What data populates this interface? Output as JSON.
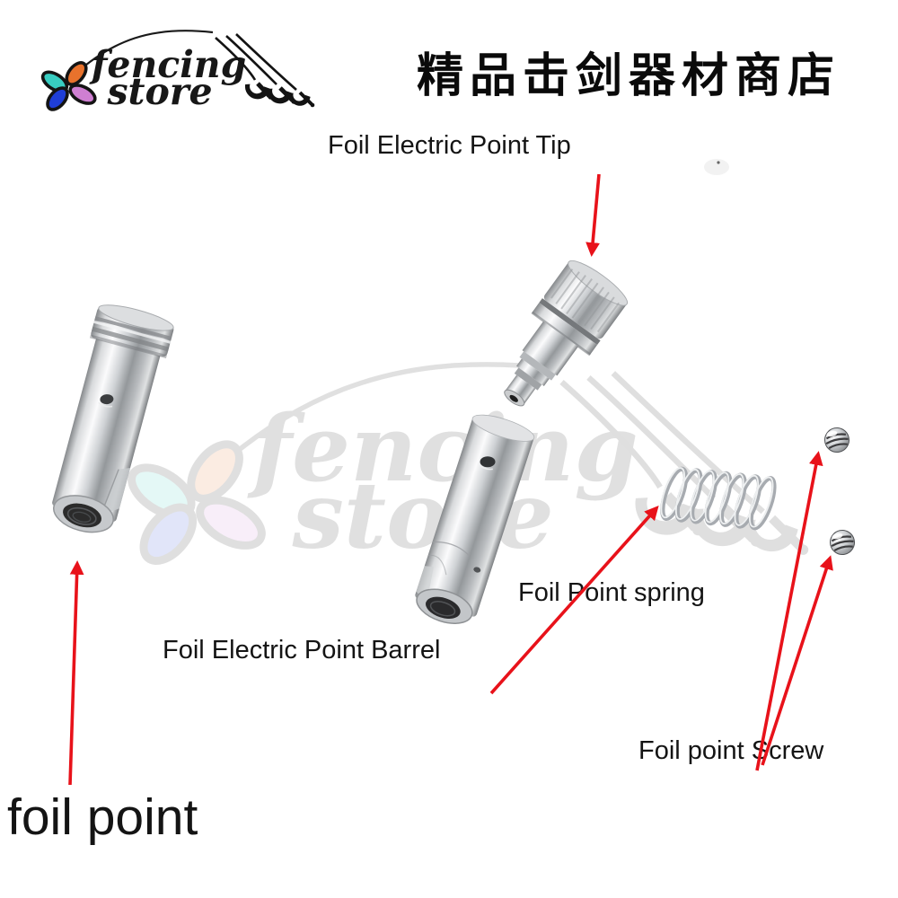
{
  "page": {
    "background": "#ffffff",
    "text_color": "#141414"
  },
  "logo": {
    "word1": "fencing",
    "word2": "store",
    "ink": "#171717",
    "petal_colors": {
      "teal": "#38cdc1",
      "orange": "#e8722c",
      "blue": "#1f3ed6",
      "pink": "#cf7fd2"
    }
  },
  "header": {
    "store_title_cn": "精品击剑器材商店"
  },
  "watermark": {
    "opacity": "0.13",
    "note": "faded fencing store logo behind parts"
  },
  "diagram": {
    "arrow_color": "#e8121a",
    "labels": {
      "tip": "Foil Electric Point Tip",
      "spring": "Foil Point spring",
      "barrel": "Foil Electric Point Barrel",
      "screw": "Foil point Screw",
      "point": "foil point"
    },
    "parts": [
      "assembled foil point",
      "foil electric point tip",
      "foil electric point barrel",
      "foil point spring",
      "foil point grub screw (upper)",
      "foil point grub screw (lower)"
    ]
  }
}
